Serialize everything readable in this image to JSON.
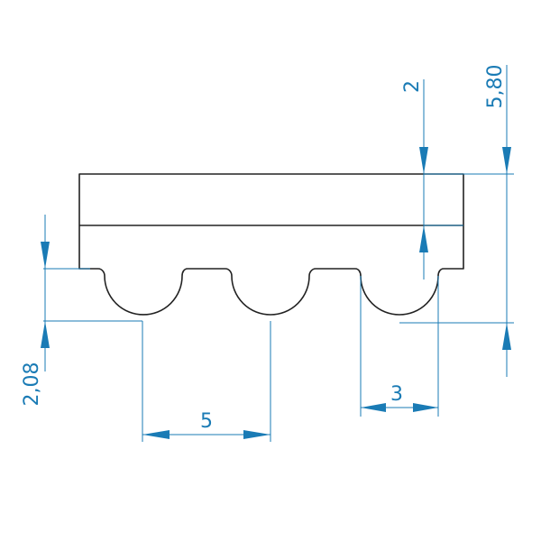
{
  "colors": {
    "outline": "#222222",
    "dimension": "#1a7bb5",
    "background": "#ffffff"
  },
  "dimensions": {
    "pitch": "5",
    "tooth_width": "3",
    "tooth_height": "2,08",
    "top_thickness": "2",
    "total_height": "5,80"
  }
}
